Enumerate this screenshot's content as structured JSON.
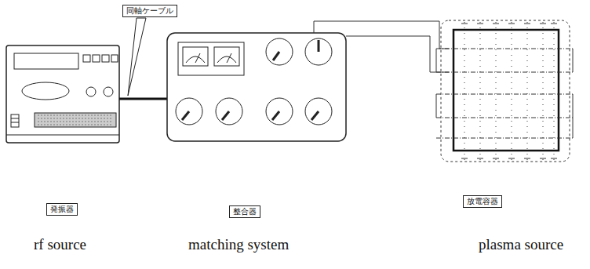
{
  "diagram": {
    "nodes": [
      {
        "text": [
          "同軸ケーブル"
        ]
      },
      {
        "text": [
          "発振器"
        ]
      },
      {
        "text": [
          "整合器"
        ]
      },
      {
        "text": [
          "放電容器"
        ]
      }
    ],
    "labels": [
      "rf source",
      "matching system",
      "plasma source"
    ]
  }
}
